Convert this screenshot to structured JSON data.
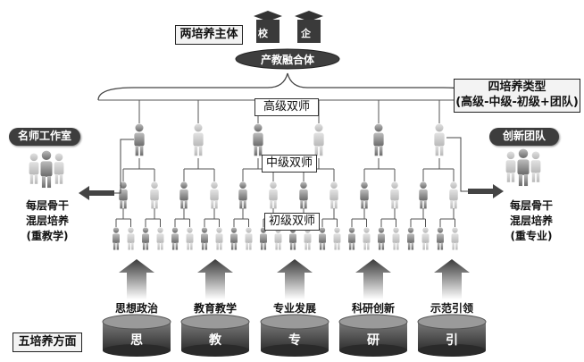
{
  "two_subjects": {
    "title": "两培养主体",
    "school": "校",
    "enterprise": "企",
    "fusion": "产教融合体"
  },
  "four_types": {
    "title": "四培养类型",
    "subtitle": "(高级-中级-初级+团队)"
  },
  "levels": {
    "senior": "高级双师",
    "middle": "中级双师",
    "junior": "初级双师"
  },
  "left_side": {
    "pill": "名师工作室",
    "line1": "每层骨干",
    "line2": "混层培养",
    "line3": "(重教学)"
  },
  "right_side": {
    "pill": "创新团队",
    "line1": "每层骨干",
    "line2": "混层培养",
    "line3": "(重专业)"
  },
  "five_aspects": {
    "title": "五培养方面",
    "items": [
      {
        "caption": "思想政治",
        "char": "思"
      },
      {
        "caption": "教育教学",
        "char": "教"
      },
      {
        "caption": "专业发展",
        "char": "专"
      },
      {
        "caption": "科研创新",
        "char": "研"
      },
      {
        "caption": "示范引领",
        "char": "引"
      }
    ]
  }
}
